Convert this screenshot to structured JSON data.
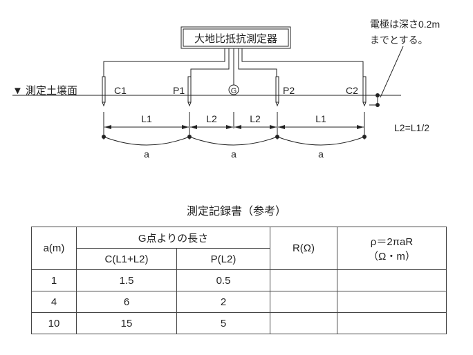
{
  "diagram": {
    "instrument": "大地比抵抗測定器",
    "ground_label": "▼ 測定土壌面",
    "electrodes": {
      "c1": "C1",
      "p1": "P1",
      "g": "G",
      "p2": "P2",
      "c2": "C2"
    },
    "dimensions": {
      "l1_left": "L1",
      "l2_left": "L2",
      "l2_right": "L2",
      "l1_right": "L1"
    },
    "spacing": [
      "a",
      "a",
      "a"
    ],
    "relation": "L2=L1/2",
    "note_line1": "電極は深さ0.2m",
    "note_line2": "までとする。"
  },
  "table": {
    "title": "測定記録書（参考）",
    "headers": {
      "a": "a(m)",
      "group": "G点よりの長さ",
      "c": "C(L1+L2)",
      "p": "P(L2)",
      "r": "R(Ω)",
      "rho_line1": "ρ＝2πaR",
      "rho_line2": "（Ω・m）"
    },
    "rows": [
      {
        "a": "1",
        "c": "1.5",
        "p": "0.5",
        "r": "",
        "rho": ""
      },
      {
        "a": "4",
        "c": "6",
        "p": "2",
        "r": "",
        "rho": ""
      },
      {
        "a": "10",
        "c": "15",
        "p": "5",
        "r": "",
        "rho": ""
      }
    ]
  }
}
